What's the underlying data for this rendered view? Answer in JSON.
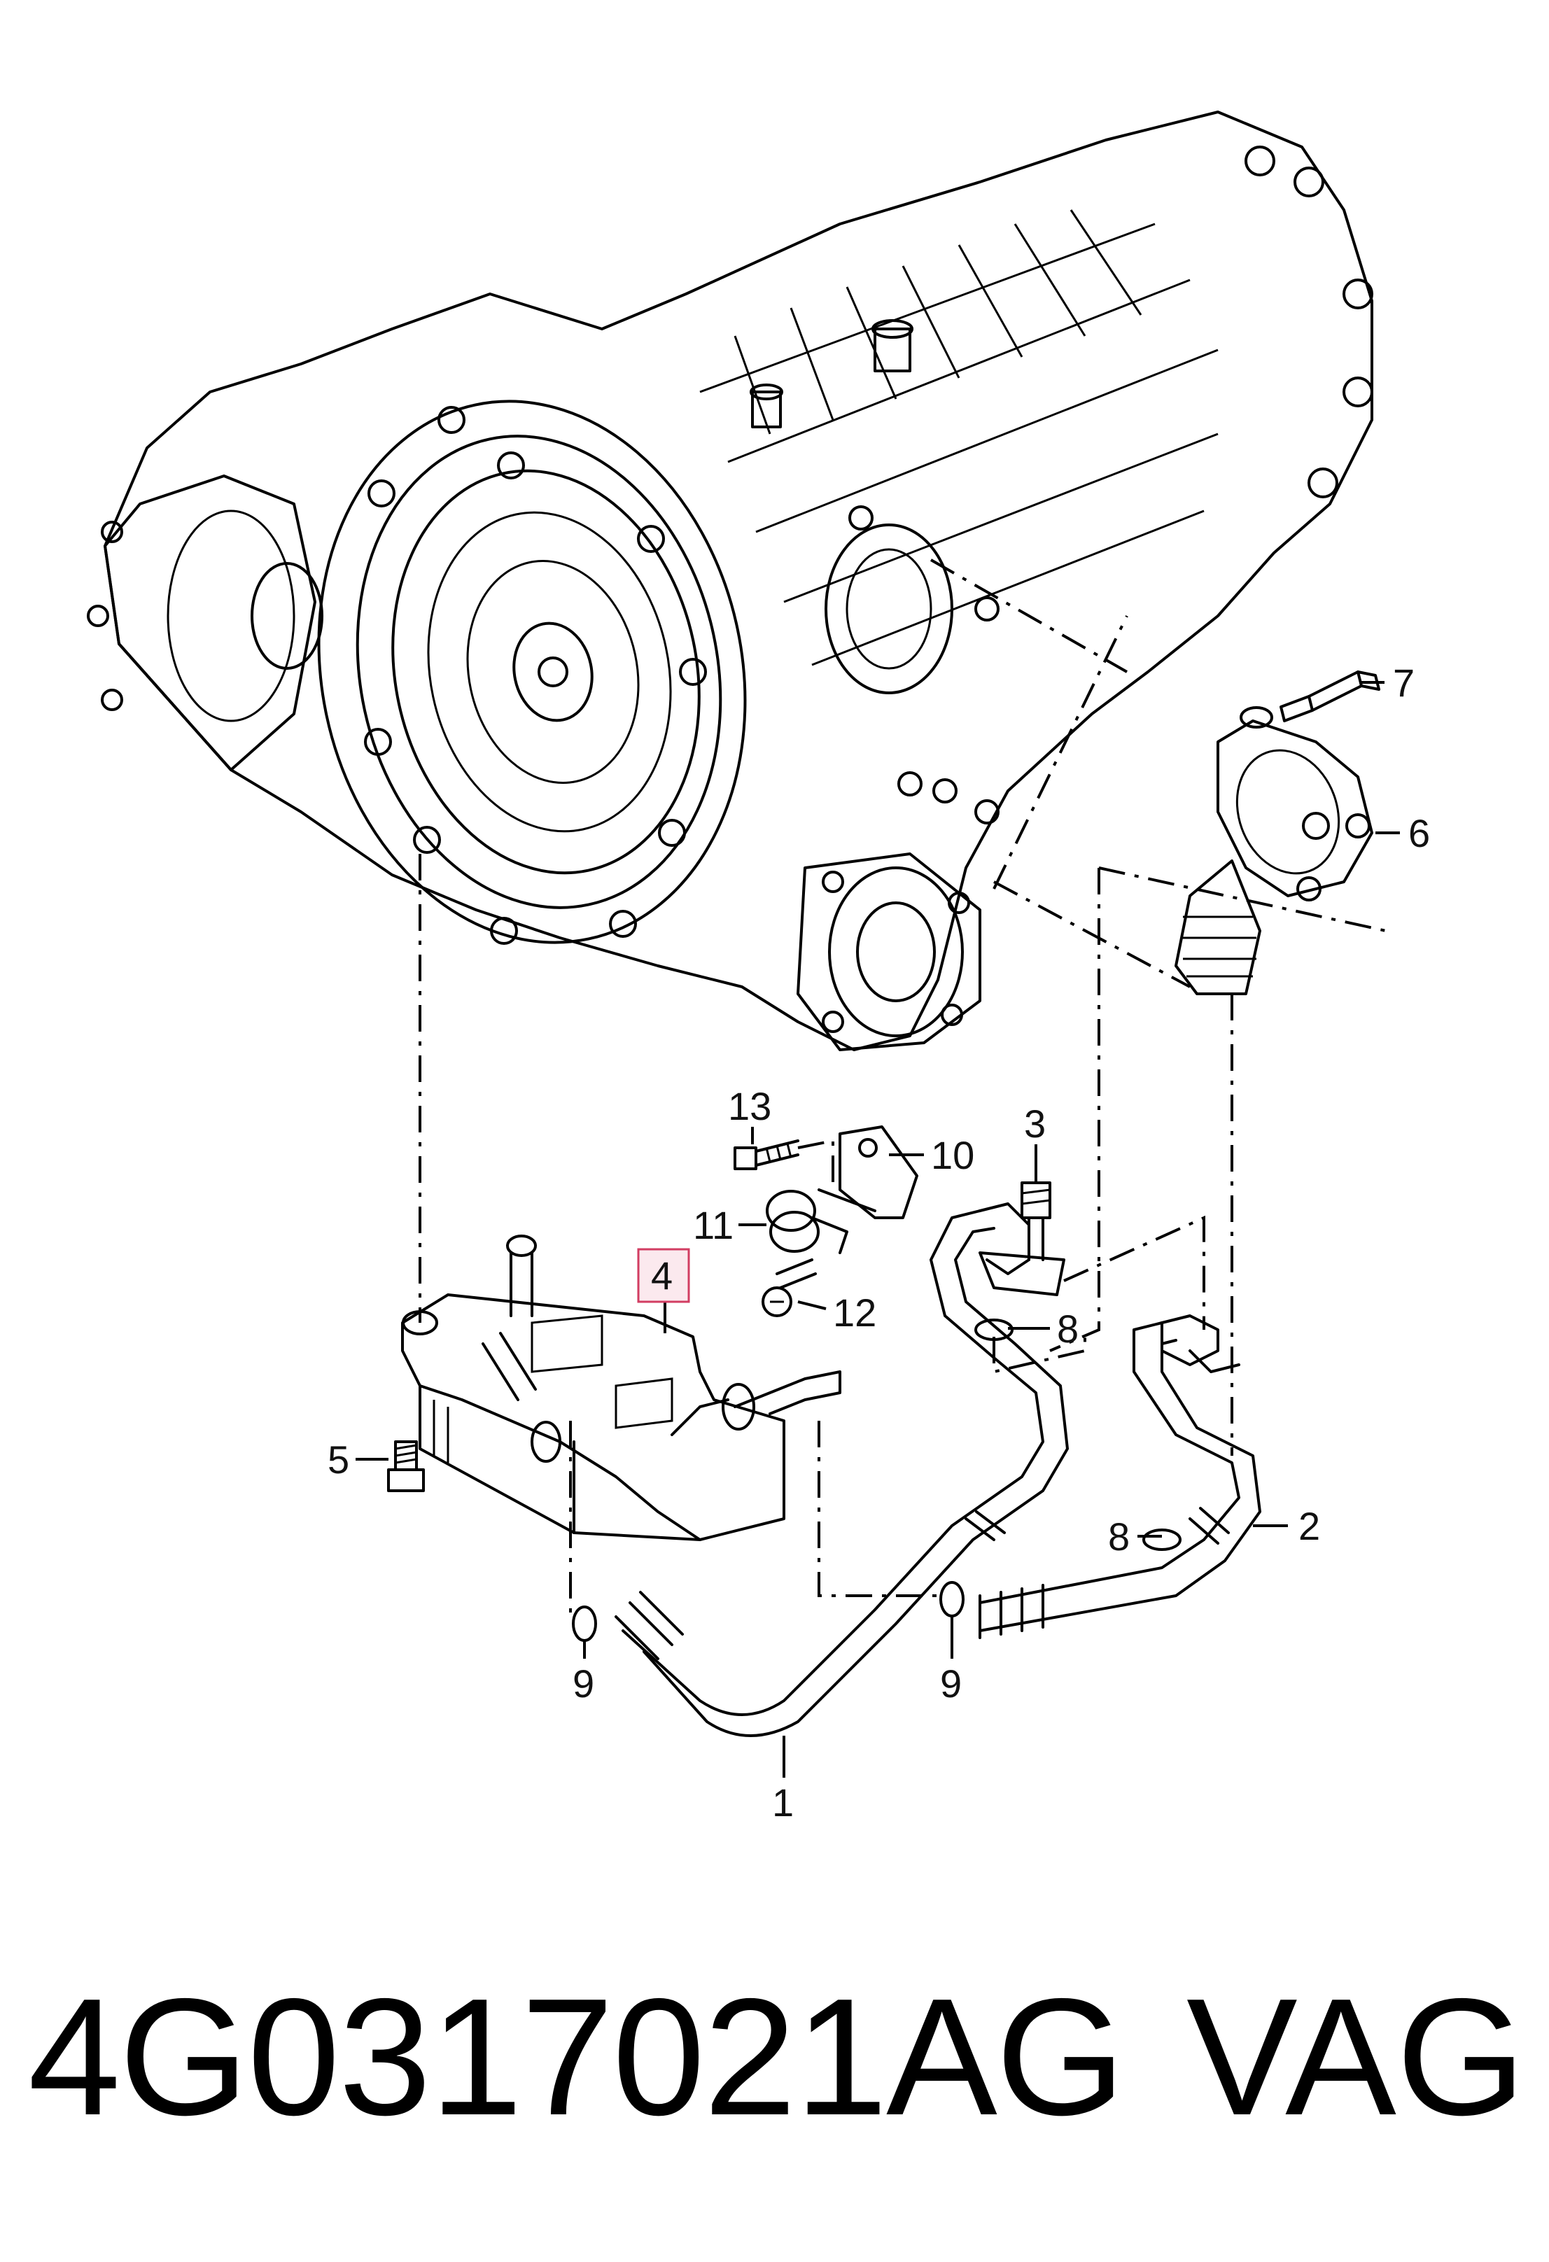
{
  "diagram": {
    "callouts": [
      {
        "id": "1",
        "label": "1"
      },
      {
        "id": "2",
        "label": "2"
      },
      {
        "id": "3",
        "label": "3"
      },
      {
        "id": "4",
        "label": "4",
        "highlighted": true
      },
      {
        "id": "5",
        "label": "5"
      },
      {
        "id": "6",
        "label": "6"
      },
      {
        "id": "7",
        "label": "7"
      },
      {
        "id": "8a",
        "label": "8"
      },
      {
        "id": "8b",
        "label": "8"
      },
      {
        "id": "9a",
        "label": "9"
      },
      {
        "id": "9b",
        "label": "9"
      },
      {
        "id": "10",
        "label": "10"
      },
      {
        "id": "11",
        "label": "11"
      },
      {
        "id": "12",
        "label": "12"
      },
      {
        "id": "13",
        "label": "13"
      }
    ],
    "highlight_color": "#d23d62"
  },
  "footer": {
    "part_number": "4G0317021AG",
    "brand": "VAG"
  }
}
